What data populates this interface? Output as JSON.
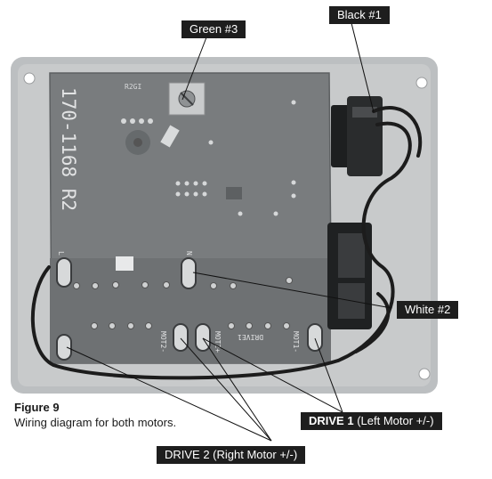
{
  "figure": {
    "title": "Figure 9",
    "caption": "Wiring diagram for both motors."
  },
  "callouts": {
    "green": "Green #3",
    "black": "Black #1",
    "white": "White #2",
    "drive1_bold": "DRIVE 1",
    "drive1_rest": " (Left Motor +/-)",
    "drive2": "DRIVE 2 (Right Motor +/-)"
  },
  "board": {
    "part_number": "170-1168 R2",
    "silkscreen": {
      "mot2_minus": "MOT2-",
      "mot2_plus": "MOT2+",
      "drive1": "DRIVE1",
      "mot1_minus": "MOT1-",
      "pin_l": "L",
      "pin_n": "N"
    }
  },
  "colors": {
    "callout_bg": "#1e1e1e",
    "callout_text": "#ffffff",
    "pcb": "#76797b",
    "enclosure": "#b9bcbe",
    "leader": "#111111"
  }
}
